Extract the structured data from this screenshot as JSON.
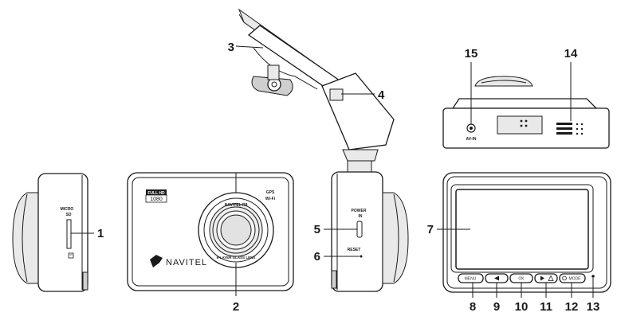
{
  "callouts": [
    "1",
    "2",
    "3",
    "4",
    "5",
    "6",
    "7",
    "8",
    "9",
    "10",
    "11",
    "12",
    "13",
    "14",
    "15"
  ],
  "labels": {
    "micro_sd": "MICRO",
    "micro_sd_2": "SD",
    "full_hd": "FULL HD",
    "res_1080": "1080",
    "gps": "GPS",
    "wifi": "Wi-Fi",
    "lens_top": "NAVITEL R9",
    "lens_bottom": "6-LAYER GLASS LENS",
    "brand": "NAVITEL",
    "power_in": "POWER",
    "power_in_2": "IN",
    "reset": "RESET",
    "av_in": "AV-IN",
    "btn_menu": "MENU",
    "btn_ok": "OK",
    "btn_mode": "MODE"
  }
}
